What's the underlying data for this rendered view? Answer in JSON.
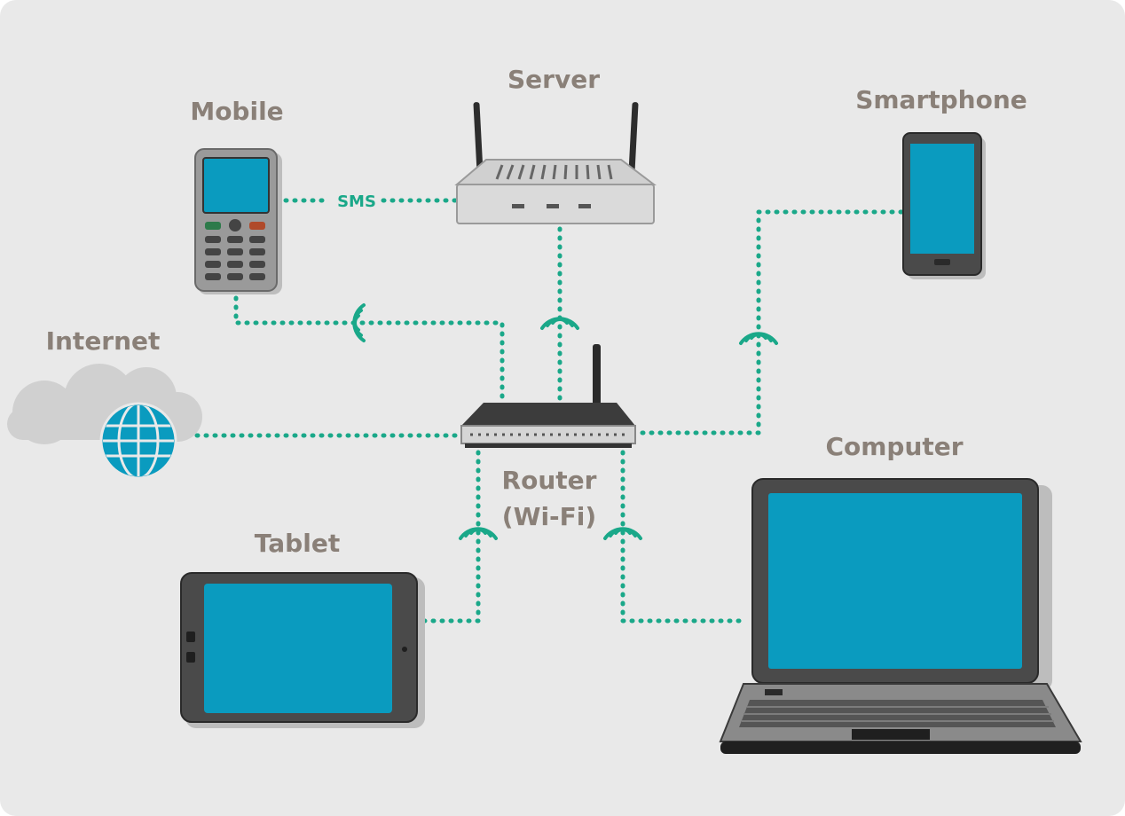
{
  "labels": {
    "server": "Server",
    "mobile": "Mobile",
    "smartphone": "Smartphone",
    "internet": "Internet",
    "router_line1": "Router",
    "router_line2": "(Wi-Fi)",
    "tablet": "Tablet",
    "computer": "Computer",
    "sms": "SMS"
  },
  "colors": {
    "background": "#e9e9e9",
    "screen": "#0a9bbf",
    "device_frame": "#4a4a4a",
    "link": "#1aa889",
    "label": "#8a8078"
  }
}
